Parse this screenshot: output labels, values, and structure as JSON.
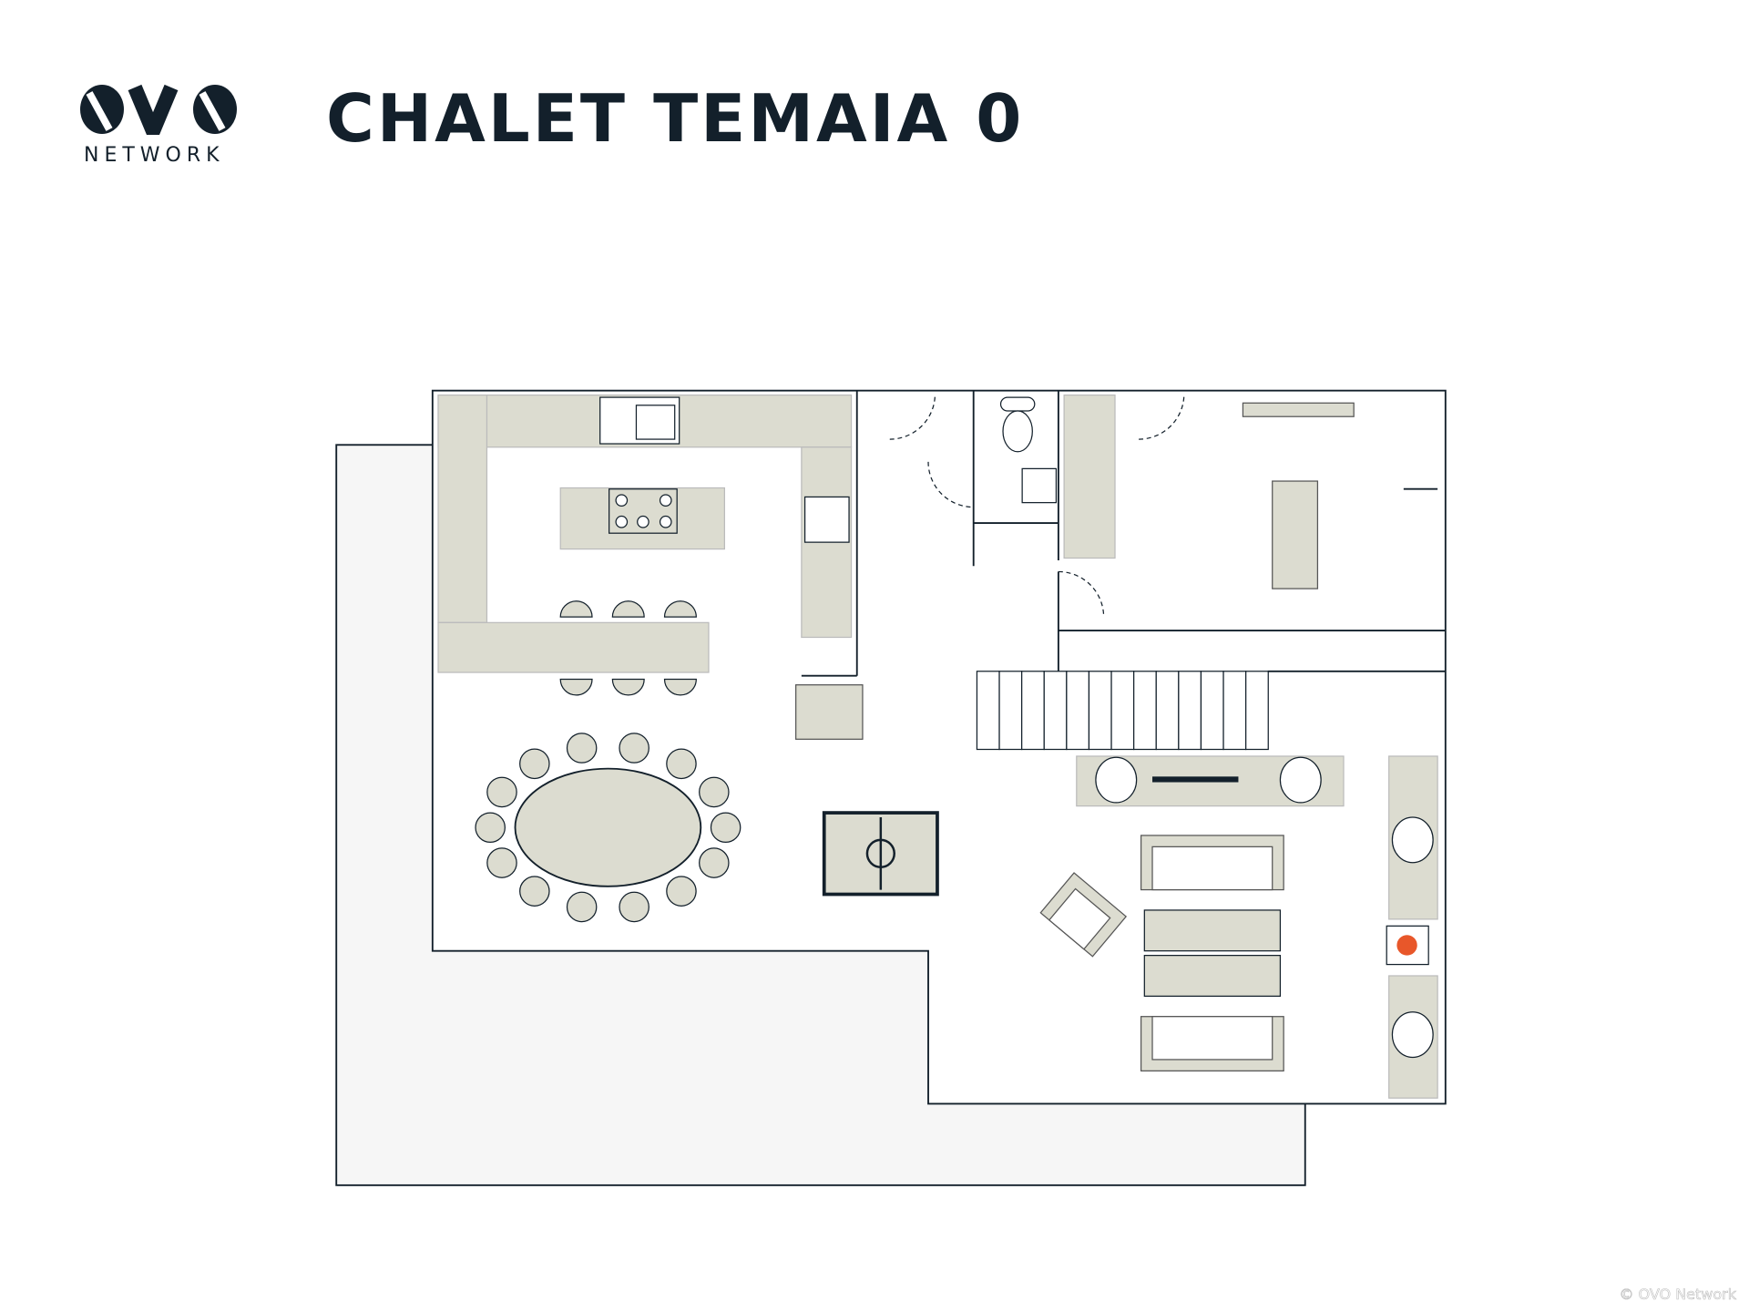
{
  "header": {
    "logo_text": "NETWORK",
    "title": "CHALET TEMAIA 0"
  },
  "footer": {
    "copyright": "© OVO Network"
  },
  "colors": {
    "ink": "#13202b",
    "furniture": "#dcdcd0",
    "terrace": "#f6f6f6",
    "fire": "#e8572a"
  }
}
